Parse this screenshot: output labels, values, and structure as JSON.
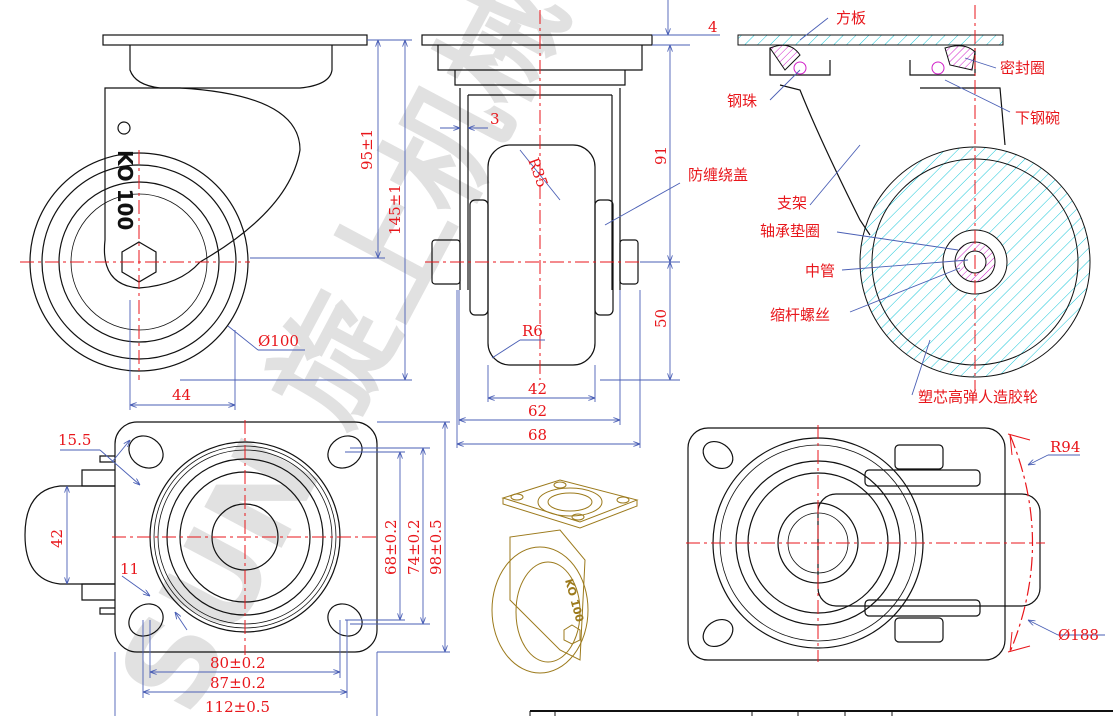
{
  "drawing": {
    "product_marking": "KO 100",
    "watermark": "SUN 旋上机械",
    "colors": {
      "dimension": "#4a5fb5",
      "text": "#e8161b",
      "centerline": "#e8161b",
      "iso_view": "#9c7a1c",
      "outline": "#111111"
    }
  },
  "side_view": {
    "dims": {
      "height_to_axle": "95±1",
      "total_height": "145±1",
      "wheel_diameter": "Ø100",
      "offset": "44"
    }
  },
  "front_view": {
    "dims": {
      "plate_thickness": "4",
      "bracket_thickness": "3",
      "axle_height": "91",
      "lower": "50",
      "crown_radius": "R35",
      "edge_radius": "R6",
      "wheel_width": "42",
      "inner_width": "62",
      "outer_width": "68"
    },
    "labels": {
      "thread_guard": "防缠绕盖"
    }
  },
  "section_view": {
    "labels": {
      "top_plate": "方板",
      "seal": "密封圈",
      "steel_ball": "钢珠",
      "lower_race": "下钢碗",
      "bracket": "支架",
      "bearing_washer": "轴承垫圈",
      "center_tube": "中管",
      "axle_bolt": "缩杆螺丝",
      "wheel": "塑芯高弹人造胶轮"
    }
  },
  "top_view": {
    "dims": {
      "hole_slot": "15.5",
      "wheel_width": "42",
      "hole_dia": "11",
      "hole_y_min": "68±0.2",
      "hole_y_max": "74±0.2",
      "plate_height": "98±0.5",
      "hole_x_min": "80±0.2",
      "hole_x_max": "87±0.2",
      "plate_width": "112±0.5"
    }
  },
  "bottom_view": {
    "dims": {
      "swivel_radius": "R94",
      "swivel_diameter": "Ø188"
    }
  }
}
